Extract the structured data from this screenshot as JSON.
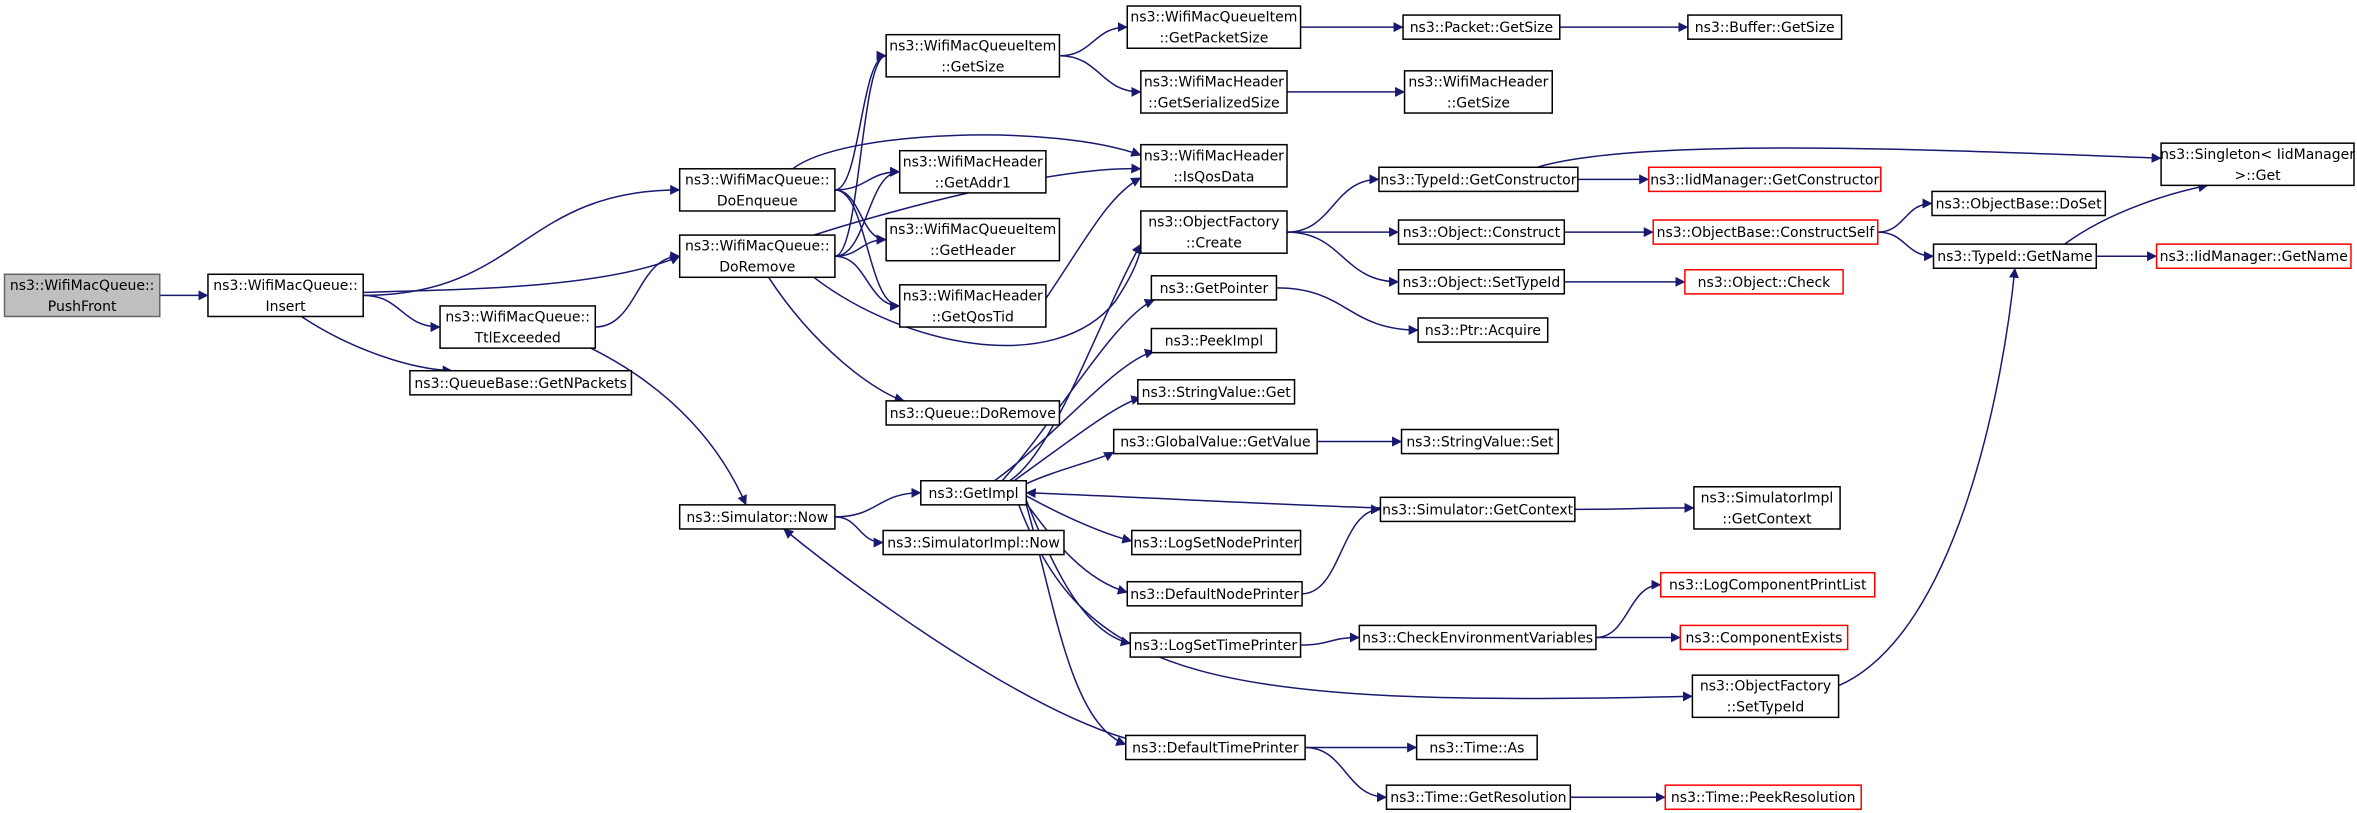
{
  "diagram": {
    "colors": {
      "edge": "#191970",
      "node_border": "#000000",
      "node_border_truncated": "#ff0000",
      "root_fill": "#bfbfbf"
    },
    "nodes": [
      {
        "id": "pushfront",
        "lines": [
          "ns3::WifiMacQueue::",
          "PushFront"
        ],
        "style": "root"
      },
      {
        "id": "insert",
        "lines": [
          "ns3::WifiMacQueue::",
          "Insert"
        ]
      },
      {
        "id": "doenqueue",
        "lines": [
          "ns3::WifiMacQueue::",
          "DoEnqueue"
        ]
      },
      {
        "id": "doremove",
        "lines": [
          "ns3::WifiMacQueue::",
          "DoRemove"
        ]
      },
      {
        "id": "ttlexceeded",
        "lines": [
          "ns3::WifiMacQueue::",
          "TtlExceeded"
        ]
      },
      {
        "id": "getnpackets",
        "lines": [
          "ns3::QueueBase::GetNPackets"
        ]
      },
      {
        "id": "simnow",
        "lines": [
          "ns3::Simulator::Now"
        ]
      },
      {
        "id": "item_getsize",
        "lines": [
          "ns3::WifiMacQueueItem",
          "::GetSize"
        ]
      },
      {
        "id": "getaddr1",
        "lines": [
          "ns3::WifiMacHeader",
          "::GetAddr1"
        ]
      },
      {
        "id": "getheader",
        "lines": [
          "ns3::WifiMacQueueItem",
          "::GetHeader"
        ]
      },
      {
        "id": "getqostid",
        "lines": [
          "ns3::WifiMacHeader",
          "::GetQosTid"
        ]
      },
      {
        "id": "queue_doremove",
        "lines": [
          "ns3::Queue::DoRemove"
        ]
      },
      {
        "id": "getimpl",
        "lines": [
          "ns3::GetImpl"
        ]
      },
      {
        "id": "simimpl_now",
        "lines": [
          "ns3::SimulatorImpl::Now"
        ]
      },
      {
        "id": "getpacketsize",
        "lines": [
          "ns3::WifiMacQueueItem",
          "::GetPacketSize"
        ]
      },
      {
        "id": "getserializedsize",
        "lines": [
          "ns3::WifiMacHeader",
          "::GetSerializedSize"
        ]
      },
      {
        "id": "isqosdata",
        "lines": [
          "ns3::WifiMacHeader",
          "::IsQosData"
        ]
      },
      {
        "id": "of_create",
        "lines": [
          "ns3::ObjectFactory",
          "::Create"
        ]
      },
      {
        "id": "getpointer",
        "lines": [
          "ns3::GetPointer"
        ]
      },
      {
        "id": "peekimpl",
        "lines": [
          "ns3::PeekImpl"
        ]
      },
      {
        "id": "stringvalue_get",
        "lines": [
          "ns3::StringValue::Get"
        ]
      },
      {
        "id": "globalvalue_getvalue",
        "lines": [
          "ns3::GlobalValue::GetValue"
        ]
      },
      {
        "id": "logsetnodeprinter",
        "lines": [
          "ns3::LogSetNodePrinter"
        ]
      },
      {
        "id": "defaultnodeprinter",
        "lines": [
          "ns3::DefaultNodePrinter"
        ]
      },
      {
        "id": "logsettimeprinter",
        "lines": [
          "ns3::LogSetTimePrinter"
        ]
      },
      {
        "id": "defaulttimeprinter",
        "lines": [
          "ns3::DefaultTimePrinter"
        ]
      },
      {
        "id": "packet_getsize",
        "lines": [
          "ns3::Packet::GetSize"
        ]
      },
      {
        "id": "header_getsize",
        "lines": [
          "ns3::WifiMacHeader",
          "::GetSize"
        ]
      },
      {
        "id": "typeid_getconstructor",
        "lines": [
          "ns3::TypeId::GetConstructor"
        ]
      },
      {
        "id": "object_construct",
        "lines": [
          "ns3::Object::Construct"
        ]
      },
      {
        "id": "object_settypeid",
        "lines": [
          "ns3::Object::SetTypeId"
        ]
      },
      {
        "id": "ptr_acquire",
        "lines": [
          "ns3::Ptr::Acquire"
        ]
      },
      {
        "id": "stringvalue_set",
        "lines": [
          "ns3::StringValue::Set"
        ]
      },
      {
        "id": "sim_getcontext",
        "lines": [
          "ns3::Simulator::GetContext"
        ]
      },
      {
        "id": "checkenv",
        "lines": [
          "ns3::CheckEnvironmentVariables"
        ]
      },
      {
        "id": "of_settypeid",
        "lines": [
          "ns3::ObjectFactory",
          "::SetTypeId"
        ]
      },
      {
        "id": "time_as",
        "lines": [
          "ns3::Time::As"
        ]
      },
      {
        "id": "time_getresolution",
        "lines": [
          "ns3::Time::GetResolution"
        ]
      },
      {
        "id": "buffer_getsize",
        "lines": [
          "ns3::Buffer::GetSize"
        ]
      },
      {
        "id": "iid_getconstructor",
        "lines": [
          "ns3::IidManager::GetConstructor"
        ],
        "style": "truncated"
      },
      {
        "id": "objectbase_constructself",
        "lines": [
          "ns3::ObjectBase::ConstructSelf"
        ],
        "style": "truncated"
      },
      {
        "id": "object_check",
        "lines": [
          "ns3::Object::Check"
        ],
        "style": "truncated"
      },
      {
        "id": "simimpl_getcontext",
        "lines": [
          "ns3::SimulatorImpl",
          "::GetContext"
        ]
      },
      {
        "id": "logcomponentprintlist",
        "lines": [
          "ns3::LogComponentPrintList"
        ],
        "style": "truncated"
      },
      {
        "id": "componentexists",
        "lines": [
          "ns3::ComponentExists"
        ],
        "style": "truncated"
      },
      {
        "id": "time_peekresolution",
        "lines": [
          "ns3::Time::PeekResolution"
        ],
        "style": "truncated"
      },
      {
        "id": "objectbase_doset",
        "lines": [
          "ns3::ObjectBase::DoSet"
        ]
      },
      {
        "id": "typeid_getname",
        "lines": [
          "ns3::TypeId::GetName"
        ]
      },
      {
        "id": "singleton_get",
        "lines": [
          "ns3::Singleton< IidManager",
          ">::Get"
        ]
      },
      {
        "id": "iid_getname",
        "lines": [
          "ns3::IidManager::GetName"
        ],
        "style": "truncated"
      }
    ],
    "edges": [
      [
        "pushfront",
        "insert"
      ],
      [
        "insert",
        "doenqueue"
      ],
      [
        "insert",
        "doremove"
      ],
      [
        "insert",
        "ttlexceeded"
      ],
      [
        "insert",
        "getnpackets"
      ],
      [
        "ttlexceeded",
        "doremove"
      ],
      [
        "ttlexceeded",
        "simnow"
      ],
      [
        "doenqueue",
        "item_getsize"
      ],
      [
        "doenqueue",
        "getaddr1"
      ],
      [
        "doenqueue",
        "isqosdata"
      ],
      [
        "doenqueue",
        "getheader"
      ],
      [
        "doenqueue",
        "getqostid"
      ],
      [
        "doremove",
        "item_getsize"
      ],
      [
        "doremove",
        "getaddr1"
      ],
      [
        "doremove",
        "getheader"
      ],
      [
        "doremove",
        "getqostid"
      ],
      [
        "doremove",
        "isqosdata"
      ],
      [
        "doremove",
        "queue_doremove"
      ],
      [
        "doremove",
        "of_create"
      ],
      [
        "getqostid",
        "isqosdata"
      ],
      [
        "item_getsize",
        "getpacketsize"
      ],
      [
        "item_getsize",
        "getserializedsize"
      ],
      [
        "getpacketsize",
        "packet_getsize"
      ],
      [
        "packet_getsize",
        "buffer_getsize"
      ],
      [
        "getserializedsize",
        "header_getsize"
      ],
      [
        "simnow",
        "getimpl"
      ],
      [
        "simnow",
        "simimpl_now"
      ],
      [
        "getimpl",
        "of_create"
      ],
      [
        "getimpl",
        "getpointer"
      ],
      [
        "getimpl",
        "peekimpl"
      ],
      [
        "getimpl",
        "stringvalue_get"
      ],
      [
        "getimpl",
        "globalvalue_getvalue"
      ],
      [
        "getimpl",
        "logsetnodeprinter"
      ],
      [
        "getimpl",
        "defaultnodeprinter"
      ],
      [
        "getimpl",
        "logsettimeprinter"
      ],
      [
        "getimpl",
        "defaulttimeprinter"
      ],
      [
        "getimpl",
        "of_settypeid"
      ],
      [
        "sim_getcontext",
        "getimpl"
      ],
      [
        "defaulttimeprinter",
        "simnow"
      ],
      [
        "of_create",
        "typeid_getconstructor"
      ],
      [
        "of_create",
        "object_construct"
      ],
      [
        "of_create",
        "object_settypeid"
      ],
      [
        "getpointer",
        "ptr_acquire"
      ],
      [
        "globalvalue_getvalue",
        "stringvalue_set"
      ],
      [
        "defaultnodeprinter",
        "sim_getcontext"
      ],
      [
        "logsettimeprinter",
        "checkenv"
      ],
      [
        "defaulttimeprinter",
        "time_as"
      ],
      [
        "defaulttimeprinter",
        "time_getresolution"
      ],
      [
        "typeid_getconstructor",
        "iid_getconstructor"
      ],
      [
        "typeid_getconstructor",
        "singleton_get"
      ],
      [
        "object_construct",
        "objectbase_constructself"
      ],
      [
        "object_settypeid",
        "object_check"
      ],
      [
        "sim_getcontext",
        "simimpl_getcontext"
      ],
      [
        "checkenv",
        "logcomponentprintlist"
      ],
      [
        "checkenv",
        "componentexists"
      ],
      [
        "of_settypeid",
        "typeid_getname"
      ],
      [
        "time_getresolution",
        "time_peekresolution"
      ],
      [
        "objectbase_constructself",
        "objectbase_doset"
      ],
      [
        "objectbase_constructself",
        "typeid_getname"
      ],
      [
        "typeid_getname",
        "singleton_get"
      ],
      [
        "typeid_getname",
        "iid_getname"
      ]
    ]
  }
}
